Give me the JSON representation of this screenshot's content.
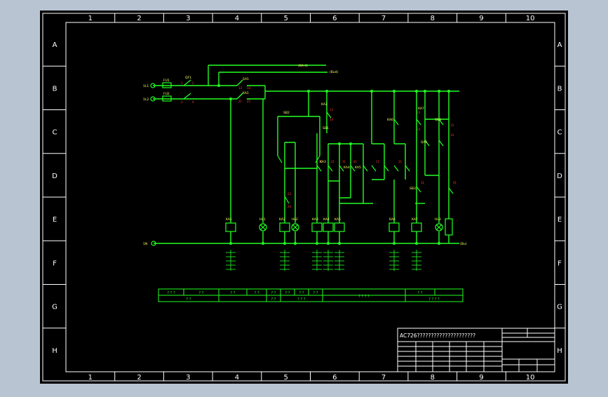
{
  "colors": {
    "background": "#b8c4d2",
    "sheet": "#000000",
    "frame": "#ffffff",
    "wire": "#22ff22",
    "label": "#ffff66",
    "terminal": "#ff3b3b"
  },
  "drawing": {
    "title": "AC726?????????????????????",
    "column_labels": [
      "1",
      "2",
      "3",
      "4",
      "5",
      "6",
      "7",
      "8",
      "9",
      "10"
    ],
    "row_labels": [
      "A",
      "B",
      "C",
      "D",
      "E",
      "F",
      "G",
      "H"
    ],
    "bus_labels": {
      "top1": "(KA-4)",
      "top2": "(Bu4)",
      "neutral": "(Bu)"
    },
    "inputs": [
      {
        "id": "in-1",
        "terminal": "1L1",
        "fuse": "FU1",
        "switch": "QF1"
      },
      {
        "id": "in-2",
        "terminal": "1L2",
        "fuse": "FU2",
        "switch": "QF1"
      },
      {
        "id": "in-n",
        "terminal": "1N",
        "fuse": "",
        "switch": ""
      }
    ],
    "devices": [
      {
        "id": "ka1",
        "label": "KA1"
      },
      {
        "id": "hl1",
        "label": "HL1"
      },
      {
        "id": "ka2",
        "label": "KA2"
      },
      {
        "id": "hl2",
        "label": "HL2"
      },
      {
        "id": "ka3",
        "label": "KA3"
      },
      {
        "id": "ka4",
        "label": "KA4"
      },
      {
        "id": "ka5",
        "label": "KA5"
      },
      {
        "id": "ka6",
        "label": "KA6"
      },
      {
        "id": "ka7",
        "label": "KA7"
      },
      {
        "id": "hl3",
        "label": "HL3"
      }
    ],
    "contact_labels": [
      "SA1",
      "KA1",
      "KA2",
      "SB1",
      "SB2",
      "KA3",
      "KA4",
      "KA5",
      "KA6",
      "SB3",
      "KA7",
      "SB4",
      "QA1"
    ],
    "legend_table": {
      "header": [
        "? ? ?",
        "? ?",
        "? ?",
        "? ?",
        "? ?",
        "? ?",
        "? ?",
        "? ?",
        "",
        "? ?"
      ],
      "row": [
        "? ?",
        "? ?",
        "? ? ?",
        "? ? ? ?",
        "? ? ? ?"
      ]
    },
    "title_block": {
      "title": "AC726?????????????????????"
    }
  }
}
